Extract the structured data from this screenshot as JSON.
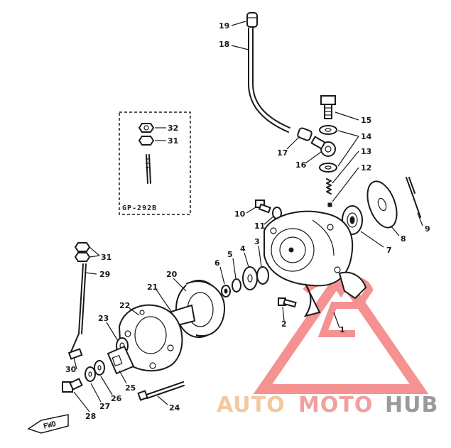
{
  "callouts": {
    "c1": "1",
    "c2": "2",
    "c3": "3",
    "c4": "4",
    "c5": "5",
    "c6": "6",
    "c7": "7",
    "c8": "8",
    "c9": "9",
    "c10": "10",
    "c11": "11",
    "c12": "12",
    "c13": "13",
    "c14": "14",
    "c15": "15",
    "c16": "16",
    "c17": "17",
    "c18": "18",
    "c19": "19",
    "c20": "20",
    "c21": "21",
    "c22": "22",
    "c23": "23",
    "c24": "24",
    "c25": "25",
    "c26": "26",
    "c27": "27",
    "c28": "28",
    "c29": "29",
    "c30": "30",
    "c31": "31",
    "c31b": "31",
    "c32": "32"
  },
  "inset": {
    "label": "GP-292B"
  },
  "direction": {
    "label": "FWD"
  },
  "watermark": {
    "part_a": "AUTO",
    "part_b": "MOTO",
    "part_c": "HUB",
    "colors": {
      "auto": "#f3c9a0",
      "moto": "#f0a0a0",
      "hub": "#9a9a9a",
      "logo": "#f26d6d"
    }
  },
  "icons": {
    "logo": "triangle-logo-icon",
    "arrow": "forward-arrow-icon"
  }
}
